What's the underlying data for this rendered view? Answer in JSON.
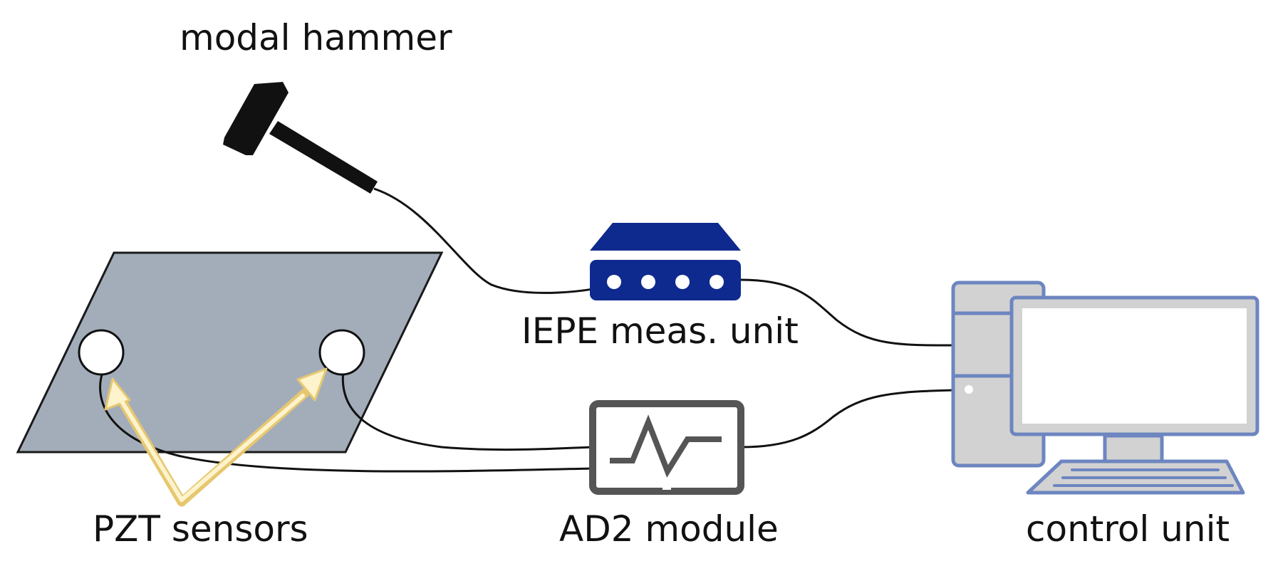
{
  "labels": {
    "modal_hammer": "modal hammer",
    "iepe_unit": "IEPE meas. unit",
    "pzt_sensors": "PZT sensors",
    "ad2_module": "AD2 module",
    "control_unit": "control unit"
  },
  "colors": {
    "plate": "#a3adba",
    "plate_stroke": "#1a1a1a",
    "hammer": "#111111",
    "iepe_blue": "#0f2a8e",
    "ad2_gray": "#555555",
    "computer_stroke": "#6d86c0",
    "computer_fill": "#d2d2d2",
    "arrow_outline": "#e6c770",
    "arrow_fill": "#fdf3cc",
    "cable": "#111111"
  },
  "icons": {
    "hammer": "hammer-icon",
    "iepe": "measurement-unit-icon",
    "ad2": "oscilloscope-module-icon",
    "computer": "desktop-computer-icon"
  }
}
